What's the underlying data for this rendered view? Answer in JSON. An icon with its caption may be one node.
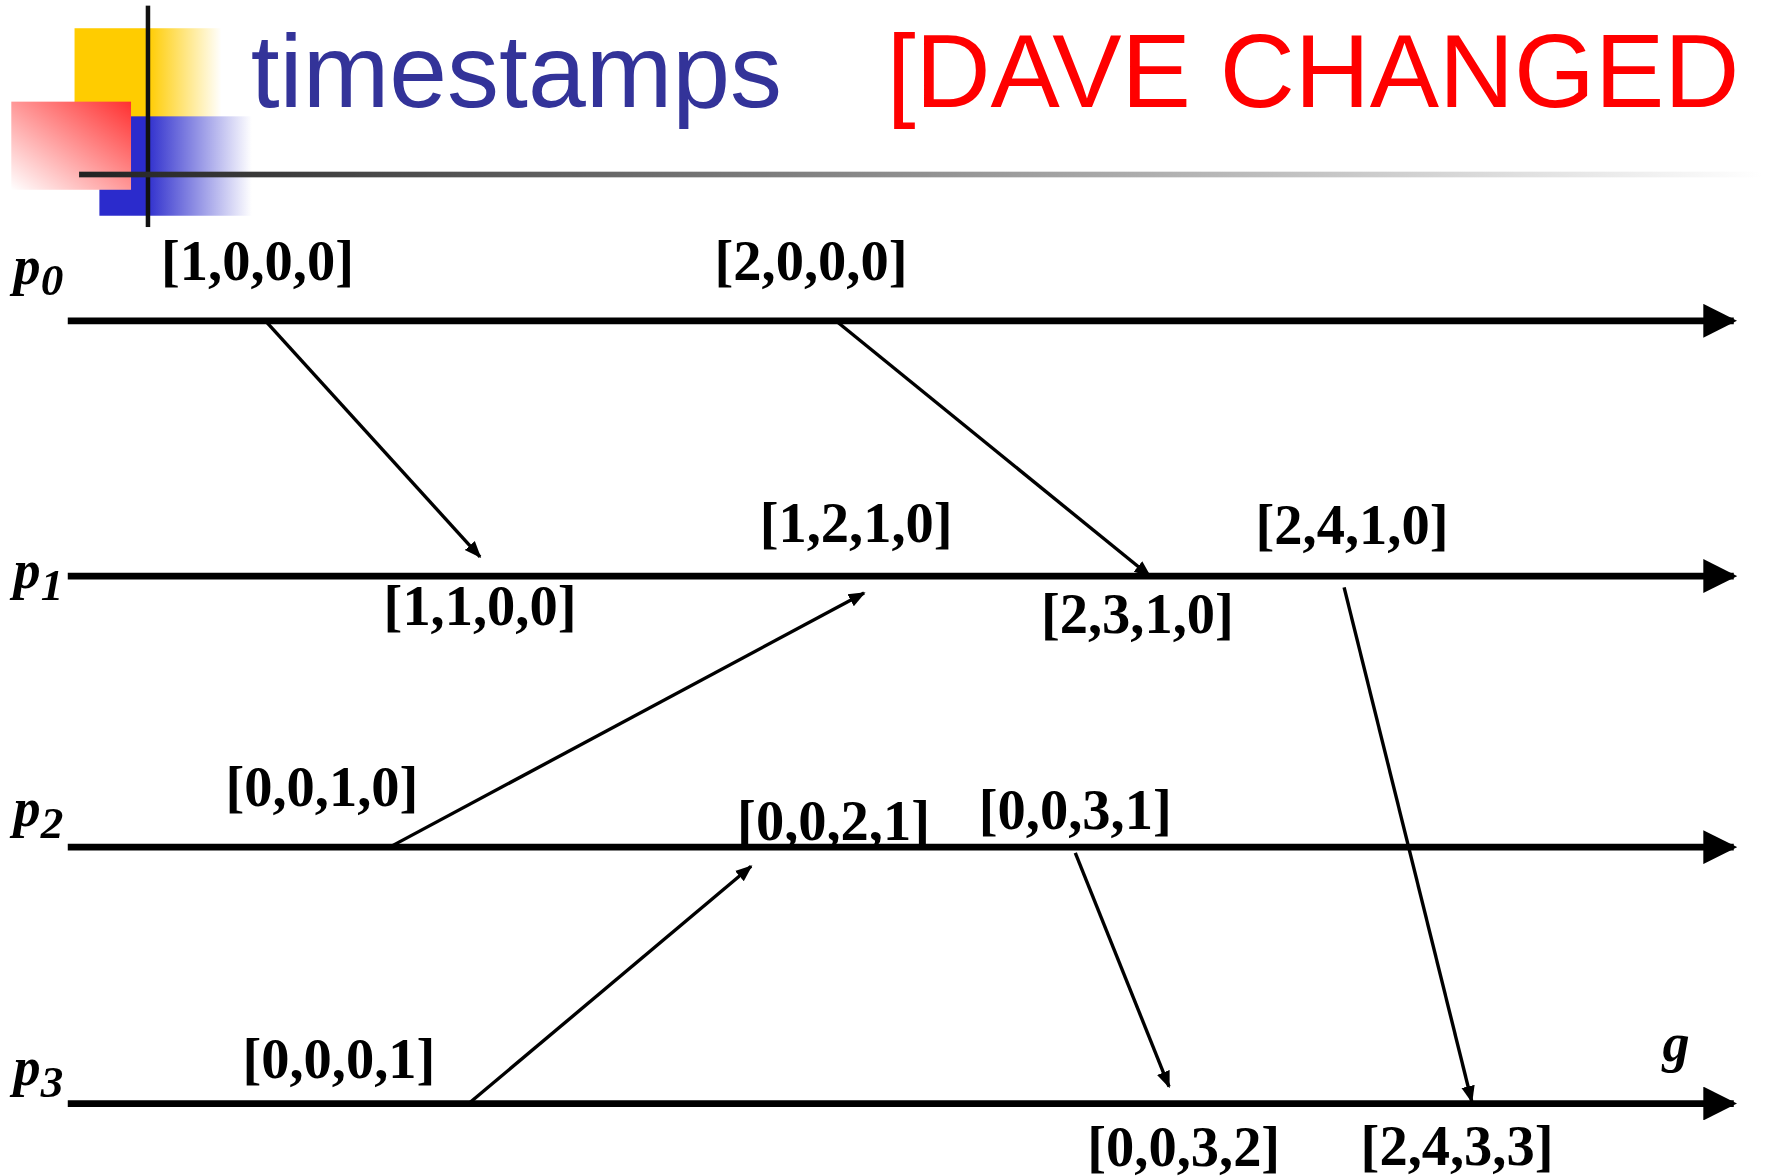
{
  "diagram": {
    "title": "timestamps",
    "nodes": [
      {
        "text": [
          "[1,0,0,0]"
        ]
      },
      {
        "text": [
          "[2,0,0,0]"
        ]
      },
      {
        "text": [
          "[1,1,0,0]"
        ]
      },
      {
        "text": [
          "[1,2,1,0]"
        ]
      },
      {
        "text": [
          "[2,3,1,0]"
        ]
      },
      {
        "text": [
          "[2,4,1,0]"
        ]
      },
      {
        "text": [
          "[0,0,1,0]"
        ]
      },
      {
        "text": [
          "[0,0,2,1]"
        ]
      },
      {
        "text": [
          "[0,0,3,1]"
        ]
      },
      {
        "text": [
          "[0,0,0,1]"
        ]
      },
      {
        "text": [
          "[0,0,3,2]"
        ]
      },
      {
        "text": [
          "[2,4,3,3]"
        ]
      }
    ],
    "edges": [
      {
        "from": 0,
        "to": 2,
        "arrow": "to"
      },
      {
        "from": 1,
        "to": 4,
        "arrow": "to"
      },
      {
        "from": 6,
        "to": 3,
        "arrow": "to"
      },
      {
        "from": 9,
        "to": 7,
        "arrow": "to"
      },
      {
        "from": 8,
        "to": 10,
        "arrow": "to"
      },
      {
        "from": 5,
        "to": 11,
        "arrow": "to"
      }
    ],
    "labels": [
      "[DAVE CHANGED",
      "p$_{0}$",
      "p$_{1}$",
      "p$_{2}$",
      "p$_{3}$",
      "g"
    ]
  }
}
